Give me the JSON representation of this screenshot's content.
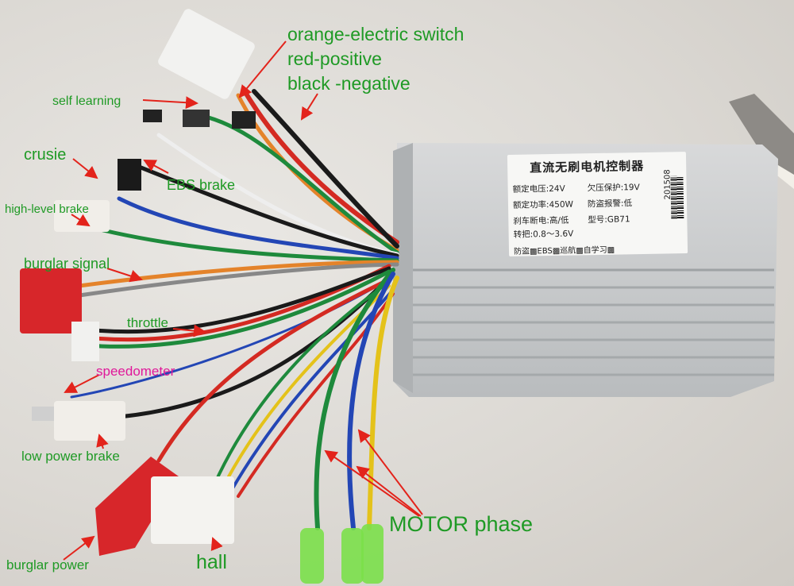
{
  "labels": {
    "orange_switch": "orange-electric switch",
    "red_positive": "red-positive",
    "black_negative": "black -negative",
    "self_learning": "self learning",
    "crusie": "crusie",
    "ebs_brake": "EBS brake",
    "high_level_brake": "high-level brake",
    "burglar_signal": "burglar signal",
    "throttle": "throttle",
    "speedometer": "speedometer",
    "low_power_brake": "low power brake",
    "motor_phase": "MOTOR phase",
    "hall": "hall",
    "burglar_power": "burglar power"
  },
  "sticker": {
    "title": "直流无刷电机控制器",
    "rated_voltage": "额定电压:24V",
    "undervoltage": "欠压保护:19V",
    "rated_power": "额定功率:450W",
    "alarm": "防盗报警:低",
    "brake_cutoff": "刹车断电:高/低",
    "model": "型号:GB71",
    "throttle_range": "转把:0.8～3.6V",
    "features": "防盗▩EBS▩巡航▩自学习▩",
    "date_code": "201508"
  },
  "colors": {
    "label_green": "#1f9a25",
    "speedometer_pink": "#e0189a",
    "arrow_red": "#e3231b",
    "housing": "#c9cbcc"
  }
}
